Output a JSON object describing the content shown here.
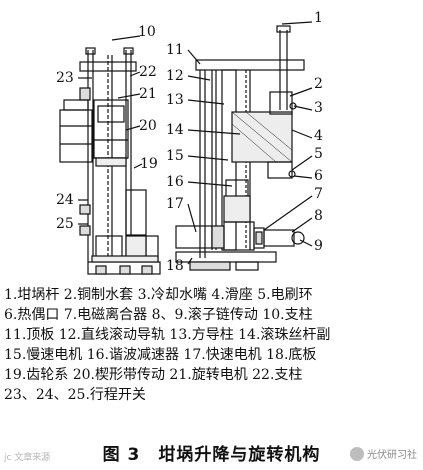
{
  "callouts": {
    "c1": "1",
    "c2": "2",
    "c3": "3",
    "c4": "4",
    "c5": "5",
    "c6": "6",
    "c7": "7",
    "c8": "8",
    "c9": "9",
    "c10": "10",
    "c11": "11",
    "c12": "12",
    "c13": "13",
    "c14": "14",
    "c15": "15",
    "c16": "16",
    "c17": "17",
    "c18": "18",
    "c19": "19",
    "c20": "20",
    "c21": "21",
    "c22": "22",
    "c23": "23",
    "c24": "24",
    "c25": "25"
  },
  "legend": [
    "1.坩埚杆 2.铜制水套 3.冷却水嘴 4.滑座 5.电刷环",
    " 6.热偶口 7.电磁离合器 8、9.滚子链传动 10.支柱",
    "11.顶板 12.直线滚动导轨 13.方导柱 14.滚珠丝杆副",
    "15.慢速电机 16.谐波减速器 17.快速电机 18.底板",
    "19.齿轮系 20.楔形带传动 21.旋转电机 22.支柱",
    "23、24、25.行程开关"
  ],
  "caption": "图 3　坩埚升降与旋转机构",
  "watermark_left": "jc 文章来源",
  "watermark_right": "光伏研习社"
}
